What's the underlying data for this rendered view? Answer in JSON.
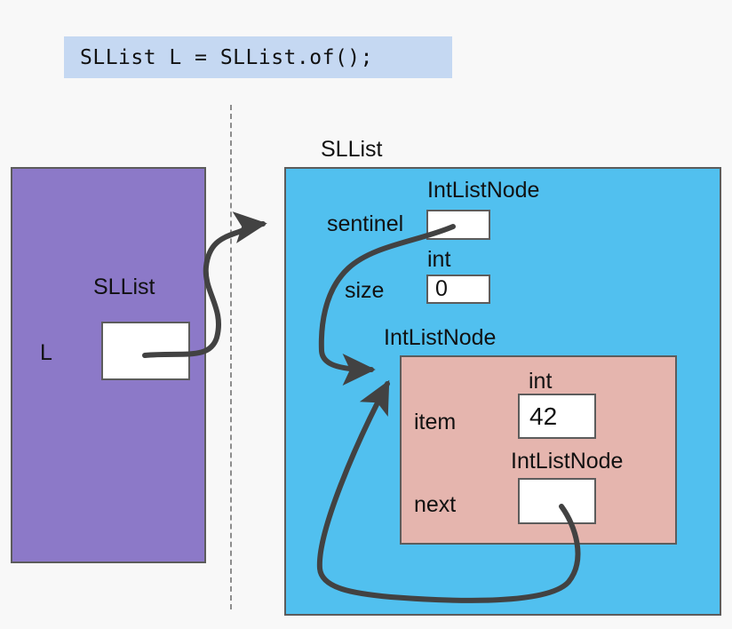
{
  "code": {
    "text": "SLList L = SLList.of();"
  },
  "colors": {
    "background": "#f8f8f8",
    "code_banner": "#c5d8f2",
    "stack_frame": "#8c79c8",
    "heap_object": "#51c0ef",
    "node_object": "#e5b5ae",
    "box_fill": "#ffffff",
    "stroke": "#5c5c5c",
    "arrow": "#424242",
    "divider": "#8d8d8d"
  },
  "stack": {
    "variable_name": "L",
    "variable_type": "SLList",
    "variable_value": ""
  },
  "heap": {
    "sllist": {
      "type_label": "SLList",
      "fields": [
        {
          "name": "sentinel",
          "type": "IntListNode",
          "value": ""
        },
        {
          "name": "size",
          "type": "int",
          "value": "0"
        }
      ]
    },
    "node": {
      "type_label": "IntListNode",
      "fields": [
        {
          "name": "item",
          "type": "int",
          "value": "42"
        },
        {
          "name": "next",
          "type": "IntListNode",
          "value": ""
        }
      ]
    }
  },
  "arrows": [
    {
      "name": "L-to-sllist",
      "from": "stack L box",
      "to": "heap SLList object"
    },
    {
      "name": "sentinel-to-node",
      "from": "sentinel box",
      "to": "IntListNode object"
    },
    {
      "name": "next-to-self",
      "from": "next box",
      "to": "IntListNode object"
    }
  ]
}
